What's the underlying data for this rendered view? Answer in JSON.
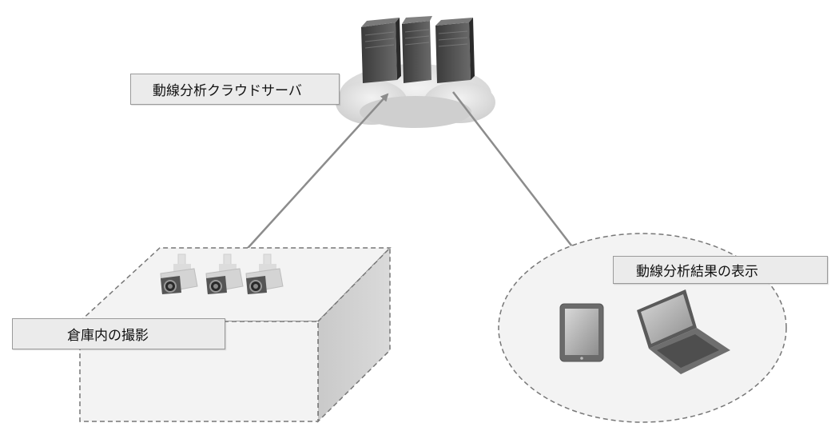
{
  "labels": {
    "cloud_server": "動線分析クラウドサーバ",
    "result_display": "動線分析結果の表示",
    "warehouse_capture": "倉庫内の撮影"
  },
  "icons": [
    "server-rack-icon",
    "cloud-icon",
    "security-camera-icon",
    "tablet-icon",
    "laptop-icon"
  ],
  "colors": {
    "label_bg": "#ebebeb",
    "arrow": "#8c8c8c",
    "dashed_border": "#777777"
  }
}
